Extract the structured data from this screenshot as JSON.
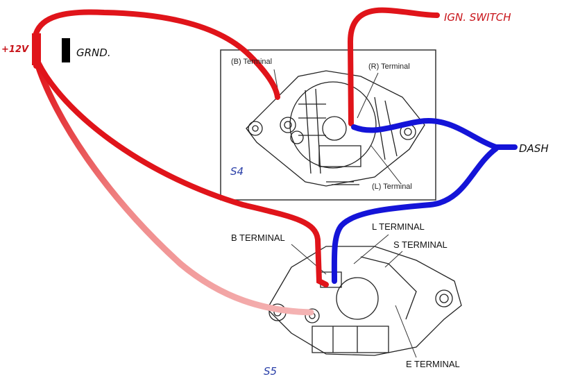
{
  "labels": {
    "plus12v": "+12V",
    "ground": "GRND.",
    "ign_switch": "IGN. SWITCH",
    "dash": "DASH",
    "s4": "S4",
    "s5": "S5"
  },
  "s4_diagram": {
    "b_terminal": "(B) Terminal",
    "r_terminal": "(R) Terminal",
    "l_terminal": "(L) Terminal"
  },
  "s5_diagram": {
    "b_terminal": "B TERMINAL",
    "l_terminal": "L TERMINAL",
    "s_terminal": "S TERMINAL",
    "e_terminal": "E TERMINAL"
  },
  "colors": {
    "positive_wire": "#e0141a",
    "dash_wire": "#1414d8",
    "faded_wire": "#f0a0a0",
    "label_blue": "#2a3fa8"
  }
}
